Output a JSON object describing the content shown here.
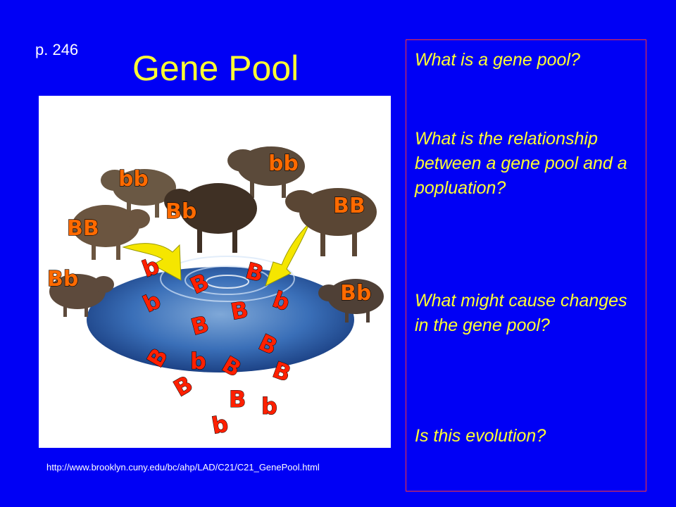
{
  "slide": {
    "page_ref": "p. 246",
    "title": "Gene Pool",
    "source_url": "http://www.brooklyn.cuny.edu/bc/ahp/LAD/C21/C21_GenePool.html"
  },
  "questions": [
    "What is a gene pool?",
    "What is the relationship between a gene pool and a popluation?",
    "What might cause changes in the gene pool?",
    "Is this evolution?"
  ],
  "figure": {
    "genotypes": [
      "bb",
      "bb",
      "BB",
      "Bb",
      "BB",
      "Bb",
      "Bb"
    ],
    "alleles": [
      "b",
      "B",
      "B",
      "b",
      "b",
      "B",
      "B",
      "B",
      "B",
      "b",
      "B",
      "B",
      "B",
      "B",
      "b",
      "b"
    ]
  },
  "colors": {
    "background": "#0000f5",
    "title": "#ffff33",
    "label": "#ff6a00"
  }
}
